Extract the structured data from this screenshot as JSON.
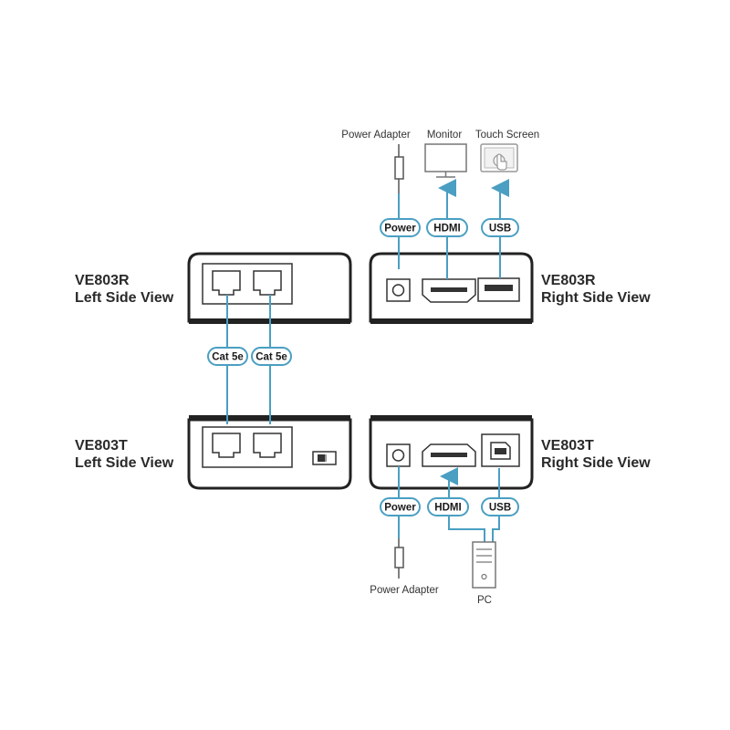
{
  "colors": {
    "accent": "#4a9fc2",
    "device": "#222222",
    "port_line": "#333333",
    "device_gray": "#9a9a9a"
  },
  "labels": {
    "rx_left": [
      "VE803R",
      "Left Side View"
    ],
    "rx_right": [
      "VE803R",
      "Right Side View"
    ],
    "tx_left": [
      "VE803T",
      "Left Side View"
    ],
    "tx_right": [
      "VE803T",
      "Right Side View"
    ]
  },
  "top_devices": {
    "power_adapter": "Power Adapter",
    "monitor": "Monitor",
    "touch_screen": "Touch Screen"
  },
  "bottom_devices": {
    "power_adapter": "Power Adapter",
    "pc": "PC"
  },
  "cables": {
    "rx_power": "Power",
    "rx_hdmi": "HDMI",
    "rx_usb": "USB",
    "cat_a": "Cat 5e",
    "cat_b": "Cat 5e",
    "tx_power": "Power",
    "tx_hdmi": "HDMI",
    "tx_usb": "USB"
  },
  "icons": [
    "power-plug-icon",
    "monitor-icon",
    "touch-screen-icon",
    "pc-tower-icon",
    "rj45-port-icon",
    "hdmi-port-icon",
    "usb-a-port-icon",
    "usb-b-port-icon",
    "dc-jack-icon",
    "switch-icon"
  ]
}
